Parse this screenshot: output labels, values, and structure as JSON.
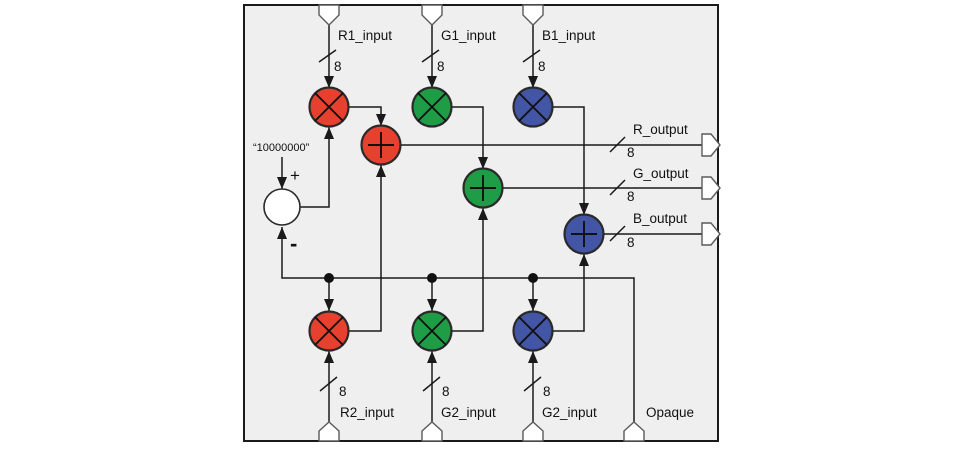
{
  "diagram": {
    "constant_label": "“10000000”",
    "plus_sign": "+",
    "minus_sign": "-",
    "bus_width_label": "8",
    "top_inputs": [
      {
        "label": "R1_input"
      },
      {
        "label": "G1_input"
      },
      {
        "label": "B1_input"
      }
    ],
    "bottom_inputs": [
      {
        "label": "R2_input"
      },
      {
        "label": "G2_input"
      },
      {
        "label": "G2_input"
      }
    ],
    "opaque_label": "Opaque",
    "outputs": [
      {
        "label": "R_output"
      },
      {
        "label": "G_output"
      },
      {
        "label": "B_output"
      }
    ],
    "colors": {
      "red": "#e6402e",
      "green": "#1f9c46",
      "blue": "#4355a5",
      "subtractor": "#ffffff",
      "box_fill": "#efefef",
      "box_border": "#1a1a1a",
      "wire": "#1a1a1a"
    }
  }
}
